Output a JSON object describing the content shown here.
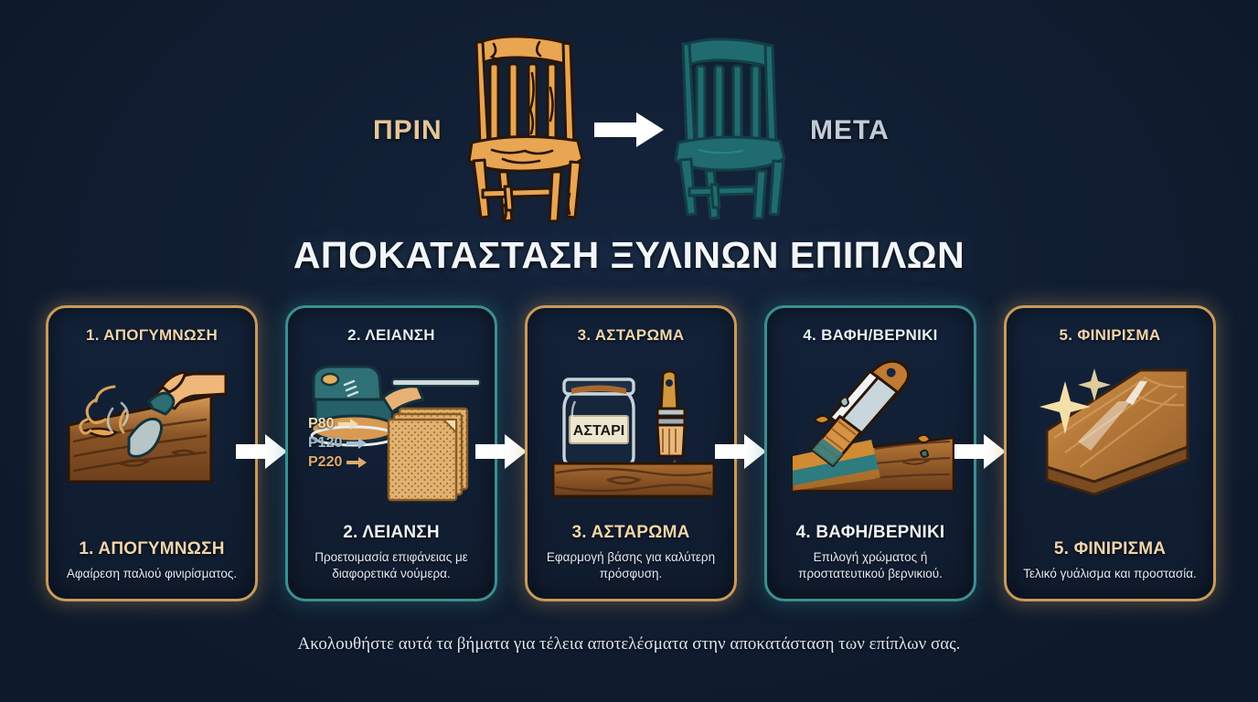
{
  "background_color": "#101d30",
  "hero": {
    "before_label": "ΠΡΙΝ",
    "after_label": "ΜΕΤΑ",
    "before_color": "#e6c79a",
    "after_color": "#c2ccd8",
    "arrow_icon": "right-arrow-icon"
  },
  "title": "ΑΠΟΚΑΤΑΣΤΑΣΗ ΞΥΛΙΝΩΝ ΕΠΙΠΛΩΝ",
  "accent_gold": "#c99a5b",
  "accent_teal": "#3c8f91",
  "steps": [
    {
      "head": "1. ΑΠΟΓΥΜΝΩΣΗ",
      "foot_title": "1. ΑΠΟΓΥΜΝΩΣΗ",
      "desc": "Αφαίρεση παλιού φινιρίσματος.",
      "accent": "gold",
      "art_icon": "hand-scraper-on-wood-icon"
    },
    {
      "head": "2. ΛΕΙΑΝΣΗ",
      "foot_title": "2. ΛΕΙΑΝΣΗ",
      "desc": "Προετοιμασία επιφάνειας με διαφορετικά νούμερα.",
      "accent": "teal",
      "art_icon": "orbital-sander-and-sandpaper-icon",
      "grits": [
        {
          "label": "P80",
          "color": "#f0dcb4"
        },
        {
          "label": "P120",
          "color": "#a8bdd0"
        },
        {
          "label": "P220",
          "color": "#e0a96b"
        }
      ]
    },
    {
      "head": "3. ΑΣΤΑΡΩΜΑ",
      "foot_title": "3. ΑΣΤΑΡΩΜΑ",
      "desc": "Εφαρμογή βάσης για καλύτερη πρόσφυση.",
      "accent": "gold",
      "art_icon": "primer-jar-and-brush-icon",
      "jar_label": "ΑΣΤΑΡΙ"
    },
    {
      "head": "4. ΒΑΦΗ/ΒΕΡΝΙΚΙ",
      "foot_title": "4. ΒΑΦΗ/ΒΕΡΝΙΚΙ",
      "desc": "Επιλογή χρώματος ή προστατευτικού βερνικιού.",
      "accent": "teal",
      "art_icon": "paintbrush-painting-wood-icon"
    },
    {
      "head": "5. ΦΙΝΙΡΙΣΜΑ",
      "foot_title": "5. ΦΙΝΙΡΙΣΜΑ",
      "desc": "Τελικό γυάλισμα και προστασία.",
      "accent": "gold",
      "art_icon": "polished-wood-plank-sparkle-icon"
    }
  ],
  "step_arrow_icon": "right-arrow-icon",
  "footer": "Ακολουθήστε αυτά τα βήματα για τέλεια αποτελέσματα στην αποκατάσταση των επίπλων σας."
}
